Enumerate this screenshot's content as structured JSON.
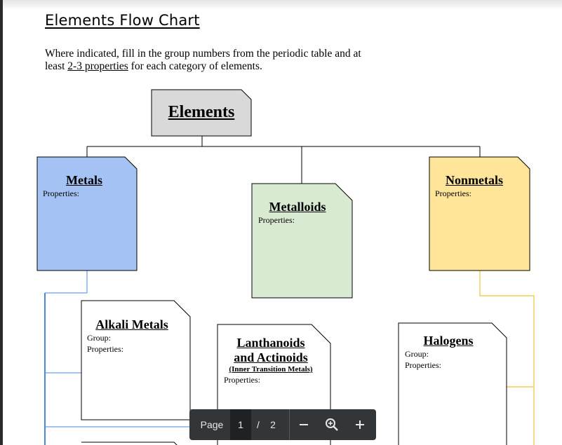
{
  "document": {
    "title": "Elements Flow Chart",
    "instructions_part1": "Where indicated, fill in the group numbers from the periodic table and at least ",
    "instructions_underlined": "2-3 properties",
    "instructions_part2": " for each category of elements."
  },
  "flowchart": {
    "root": {
      "label": "Elements"
    },
    "metals": {
      "label": "Metals",
      "properties_label": "Properties:"
    },
    "metalloids": {
      "label": "Metalloids",
      "properties_label": "Properties:"
    },
    "nonmetals": {
      "label": "Nonmetals",
      "properties_label": "Properties:"
    },
    "alkali_metals": {
      "label": "Alkali Metals",
      "group_label": "Group:",
      "properties_label": "Properties:"
    },
    "lanthanoids": {
      "label_line1": "Lanthanoids",
      "label_line2": "and Actinoids",
      "sublabel": "(Inner Transition Metals)",
      "properties_label": "Properties:"
    },
    "halogens": {
      "label": "Halogens",
      "group_label": "Group:",
      "properties_label": "Properties:"
    }
  },
  "colors": {
    "root_fill": "#d9d9d9",
    "metals_fill": "#a4c2f4",
    "metalloids_fill": "#d9ead3",
    "nonmetals_fill": "#ffe599",
    "blue_connector": "#4a86e8",
    "yellow_connector": "#f1c232"
  },
  "toolbar": {
    "page_label": "Page",
    "current_page": "1",
    "separator": "/",
    "total_pages": "2",
    "zoom_out_icon": "minus-icon",
    "zoom_fit_icon": "zoom-icon",
    "zoom_in_icon": "plus-icon"
  }
}
